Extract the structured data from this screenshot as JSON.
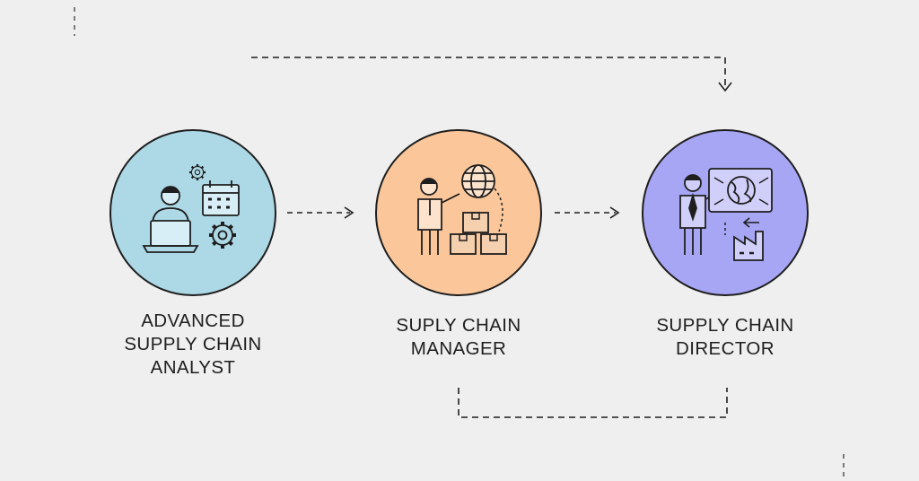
{
  "stages": [
    {
      "id": "analyst",
      "lines": [
        "ADVANCED",
        "SUPPLY CHAIN",
        "ANALYST"
      ],
      "color": "#add8e6"
    },
    {
      "id": "manager",
      "lines": [
        "SUPLY CHAIN",
        "MANAGER"
      ],
      "color": "#fbc79a"
    },
    {
      "id": "director",
      "lines": [
        "SUPPLY CHAIN",
        "DIRECTOR"
      ],
      "color": "#a7a6f5"
    }
  ],
  "icons": {
    "analyst": [
      "person-icon",
      "laptop-icon",
      "calendar-icon",
      "gear-icon"
    ],
    "manager": [
      "person-icon",
      "globe-icon",
      "boxes-icon"
    ],
    "director": [
      "person-icon",
      "world-map-board-icon",
      "factory-icon"
    ]
  },
  "colors": {
    "stroke": "#1e1e1e",
    "background": "#efefef"
  }
}
